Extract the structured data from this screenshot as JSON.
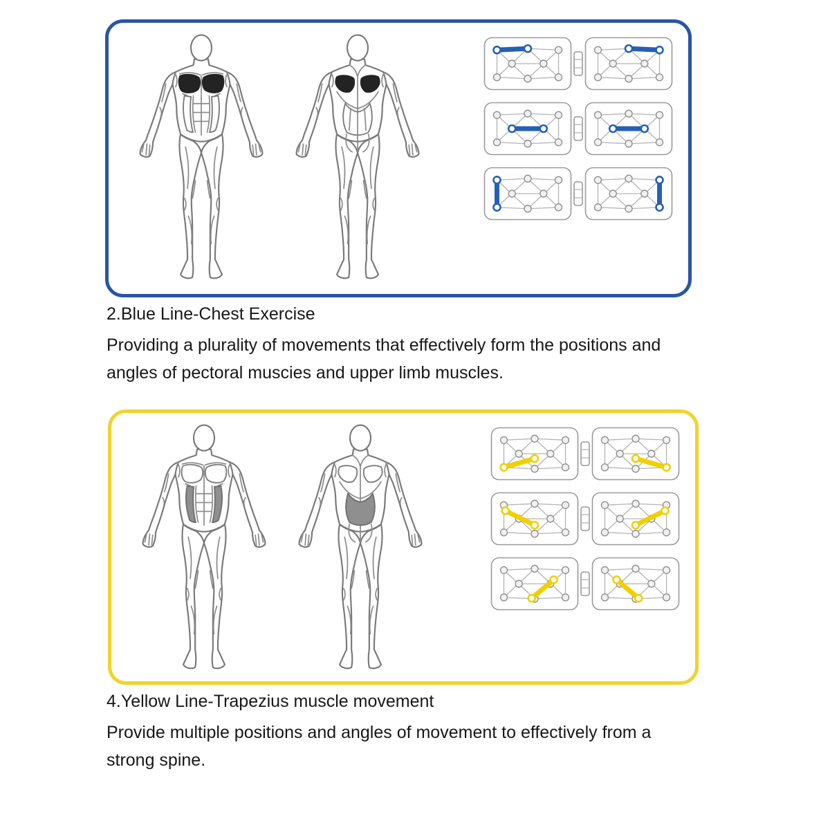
{
  "colors": {
    "muscle_dark": "#232323",
    "muscle_gray": "#8f8f8f",
    "outline": "#7a7a7a",
    "board_line": "#b3b3b3"
  },
  "sections": [
    {
      "id": "blue",
      "accent": "#2a55a5",
      "line_color": "#2560b4",
      "heading": "2.Blue Line-Chest Exercise",
      "description": "Providing a plurality of movements that effectively form the positions and\nangles of pectoral muscies and upper limb muscles.",
      "highlight_style": "dark",
      "highlighted_muscles_front": "pectorals",
      "highlighted_muscles_back": "upper back",
      "board_rows": [
        {
          "left": {
            "x1": 0.08,
            "y1": 0.16,
            "x2": 0.5,
            "y2": 0.125
          },
          "right": {
            "x1": 0.5,
            "y1": 0.125,
            "x2": 0.92,
            "y2": 0.16
          }
        },
        {
          "left": {
            "x1": 0.285,
            "y1": 0.5,
            "x2": 0.715,
            "y2": 0.5
          },
          "right": {
            "x1": 0.285,
            "y1": 0.5,
            "x2": 0.715,
            "y2": 0.5
          }
        },
        {
          "left": {
            "x1": 0.08,
            "y1": 0.16,
            "x2": 0.08,
            "y2": 0.84
          },
          "right": {
            "x1": 0.92,
            "y1": 0.16,
            "x2": 0.92,
            "y2": 0.84
          }
        }
      ]
    },
    {
      "id": "yellow",
      "accent": "#f0d42a",
      "line_color": "#f0d000",
      "heading": "4.Yellow Line-Trapezius muscle movement",
      "description": "Provide multiple positions and angles of movement to effectively from a\nstrong spine.",
      "highlight_style": "gray",
      "highlighted_muscles_front": "obliques",
      "highlighted_muscles_back": "lower back",
      "board_rows": [
        {
          "left": {
            "x1": 0.08,
            "y1": 0.84,
            "x2": 0.5,
            "y2": 0.62
          },
          "right": {
            "x1": 0.5,
            "y1": 0.62,
            "x2": 0.92,
            "y2": 0.84
          }
        },
        {
          "left": {
            "x1": 0.1,
            "y1": 0.3,
            "x2": 0.5,
            "y2": 0.66
          },
          "right": {
            "x1": 0.5,
            "y1": 0.66,
            "x2": 0.9,
            "y2": 0.3
          }
        },
        {
          "left": {
            "x1": 0.46,
            "y1": 0.86,
            "x2": 0.76,
            "y2": 0.4
          },
          "right": {
            "x1": 0.54,
            "y1": 0.86,
            "x2": 0.24,
            "y2": 0.4
          }
        }
      ]
    }
  ]
}
